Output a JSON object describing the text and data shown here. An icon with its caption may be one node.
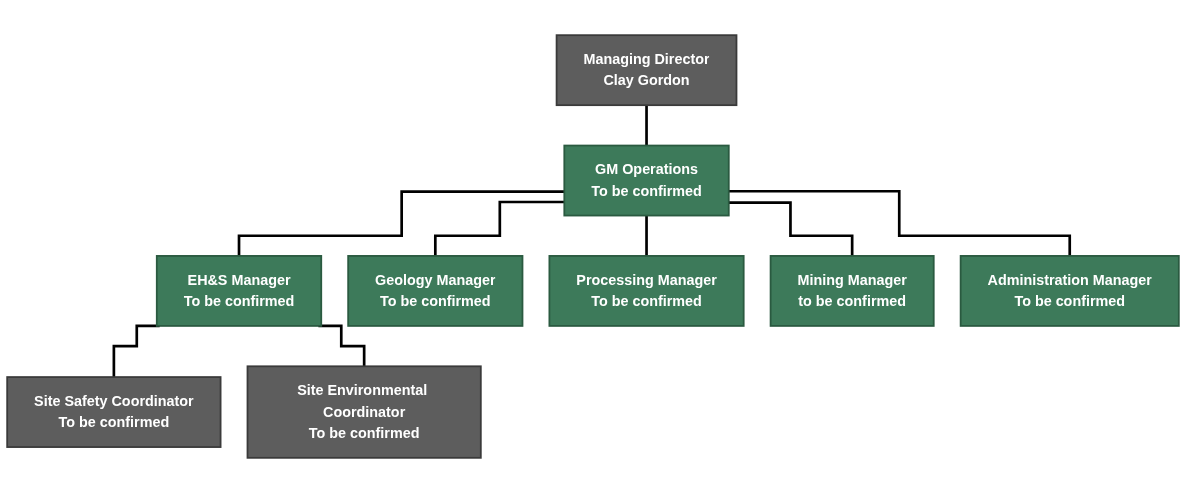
{
  "diagram": {
    "nodes": [
      {
        "text": [
          "Managing Director",
          "Clay Gordon"
        ]
      },
      {
        "text": [
          "GM Operations",
          "To be confirmed"
        ]
      },
      {
        "text": [
          "EH&S Manager",
          "To be confirmed"
        ]
      },
      {
        "text": [
          "Geology Manager",
          "To be confirmed"
        ]
      },
      {
        "text": [
          "Processing Manager",
          "To be confirmed"
        ]
      },
      {
        "text": [
          "Mining Manager",
          "to be confirmed"
        ]
      },
      {
        "text": [
          "Administration Manager",
          "To be confirmed"
        ]
      },
      {
        "text": [
          "Site Safety Coordinator",
          "To be confirmed"
        ]
      },
      {
        "text": [
          "Site Environmental Coordinator",
          "To be confirmed"
        ]
      }
    ],
    "edges": [
      {
        "from": 0,
        "to": 1,
        "arrow": "none"
      },
      {
        "from": 1,
        "to": 2,
        "arrow": "none"
      },
      {
        "from": 1,
        "to": 3,
        "arrow": "none"
      },
      {
        "from": 1,
        "to": 4,
        "arrow": "none"
      },
      {
        "from": 1,
        "to": 5,
        "arrow": "none"
      },
      {
        "from": 1,
        "to": 6,
        "arrow": "none"
      },
      {
        "from": 2,
        "to": 7,
        "arrow": "none"
      },
      {
        "from": 2,
        "to": 8,
        "arrow": "none"
      }
    ]
  }
}
